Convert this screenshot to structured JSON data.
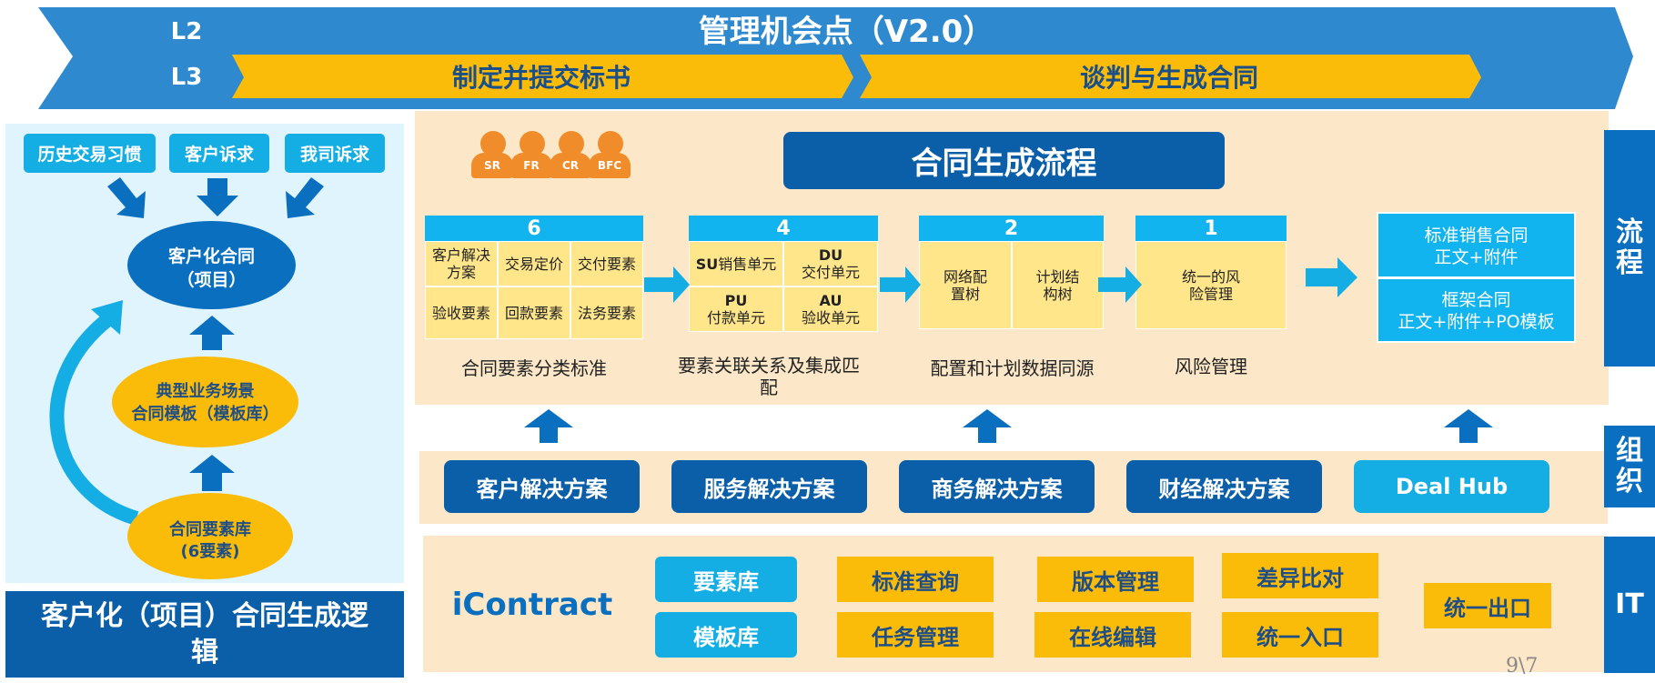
{
  "header": {
    "l2": "L2",
    "l3": "L3",
    "title": "管理机会点（V2.0）",
    "stage1": "制定并提交标书",
    "stage2": "谈判与生成合同"
  },
  "left": {
    "inputs": [
      "历史交易习惯",
      "客户诉求",
      "我司诉求"
    ],
    "customer_contract": [
      "客户化合同",
      "（项目）"
    ],
    "template_scene": [
      "典型业务场景",
      "合同模板（模板库）"
    ],
    "element_lib": [
      "合同要素库",
      "(6要素)"
    ],
    "footer_title": "客户化（项目）合同生成逻辑"
  },
  "flow": {
    "title": "合同生成流程",
    "roles": [
      "SR",
      "FR",
      "CR",
      "BFC"
    ],
    "block6": {
      "number": "6",
      "cells": [
        "客户解决方案",
        "交易定价",
        "交付要素",
        "验收要素",
        "回款要素",
        "法务要素"
      ],
      "caption": "合同要素分类标准"
    },
    "block4": {
      "number": "4",
      "cells": [
        {
          "code": "SU",
          "text": "销售单元"
        },
        {
          "code": "DU",
          "text": "交付单元"
        },
        {
          "code": "PU",
          "text": "付款单元"
        },
        {
          "code": "AU",
          "text": "验收单元"
        }
      ],
      "caption": "要素关联关系及集成匹配"
    },
    "block2": {
      "number": "2",
      "cells": [
        "网络配置树",
        "计划结构树"
      ],
      "caption": "配置和计划数据同源"
    },
    "block1": {
      "number": "1",
      "cells": [
        "统一的风险管理"
      ],
      "caption": "风险管理"
    },
    "outputs": [
      [
        "标准销售合同",
        "正文+附件"
      ],
      [
        "框架合同",
        "正文+附件+PO模板"
      ]
    ]
  },
  "org": {
    "items": [
      "客户解决方案",
      "服务解决方案",
      "商务解决方案",
      "财经解决方案",
      "Deal Hub"
    ]
  },
  "it": {
    "name": "iContract",
    "libs": [
      "要素库",
      "模板库"
    ],
    "functions": [
      "标准查询",
      "版本管理",
      "差异比对",
      "任务管理",
      "在线编辑",
      "统一入口"
    ],
    "exit": "统一出口"
  },
  "side_labels": {
    "process": "流程",
    "org": "组织",
    "it": "IT"
  },
  "page_number": "9\\7",
  "colors": {
    "dark_blue": "#0b5fa8",
    "cyan": "#14aee4",
    "yellow": "#fbbc09",
    "beige": "#fce8c8",
    "light_cyan": "#dff4fc"
  }
}
